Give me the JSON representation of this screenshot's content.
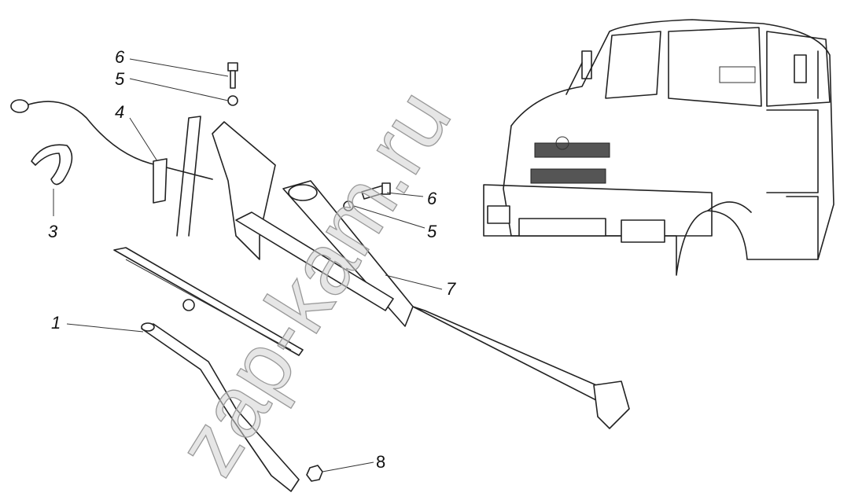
{
  "diagram": {
    "callouts": [
      {
        "id": "1",
        "label": "1"
      },
      {
        "id": "3",
        "label": "3"
      },
      {
        "id": "4",
        "label": "4"
      },
      {
        "id": "5a",
        "label": "5"
      },
      {
        "id": "6a",
        "label": "6"
      },
      {
        "id": "6b",
        "label": "6"
      },
      {
        "id": "5b",
        "label": "5"
      },
      {
        "id": "7",
        "label": "7"
      },
      {
        "id": "8",
        "label": "8"
      }
    ],
    "watermark": "zap-kam.ru"
  }
}
